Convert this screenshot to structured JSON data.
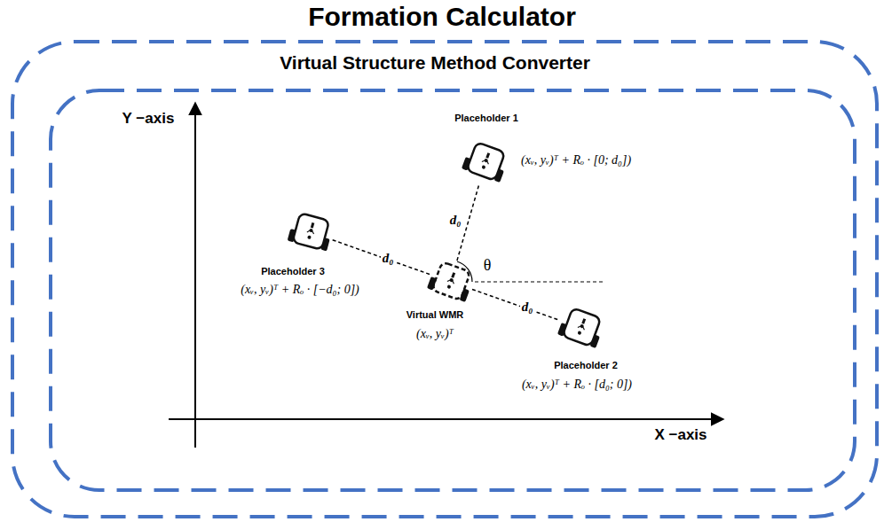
{
  "diagram": {
    "nodes": [
      {
        "text": [
          "Formation Calculator"
        ]
      },
      {
        "text": [
          "Virtual Structure Method Converter"
        ],
        "in": 0
      },
      {
        "text": [
          "Placeholder 1",
          "(xᵥ, yᵥ)ᵀ + Rₒ · [0; d₀])"
        ],
        "in": 1
      },
      {
        "text": [
          "Placeholder 3",
          "(xᵥ, yᵥ)ᵀ + Rₒ · [−d₀; 0])"
        ],
        "in": 1
      },
      {
        "text": [
          "Virtual WMR",
          "(xᵥ, yᵥ)ᵀ"
        ],
        "in": 1
      },
      {
        "text": [
          "Placeholder 2",
          "(xᵥ, yᵥ)ᵀ + Rₒ · [d₀; 0])"
        ],
        "in": 1
      }
    ],
    "edges": [
      {
        "from": 4,
        "to": 2,
        "label": "d₀",
        "arrow": "none"
      },
      {
        "from": 4,
        "to": 3,
        "label": "d₀",
        "arrow": "none"
      },
      {
        "from": 4,
        "to": 5,
        "label": "d₀",
        "arrow": "none"
      }
    ],
    "labels": [
      "Y −axis",
      "X −axis",
      "θ"
    ]
  }
}
